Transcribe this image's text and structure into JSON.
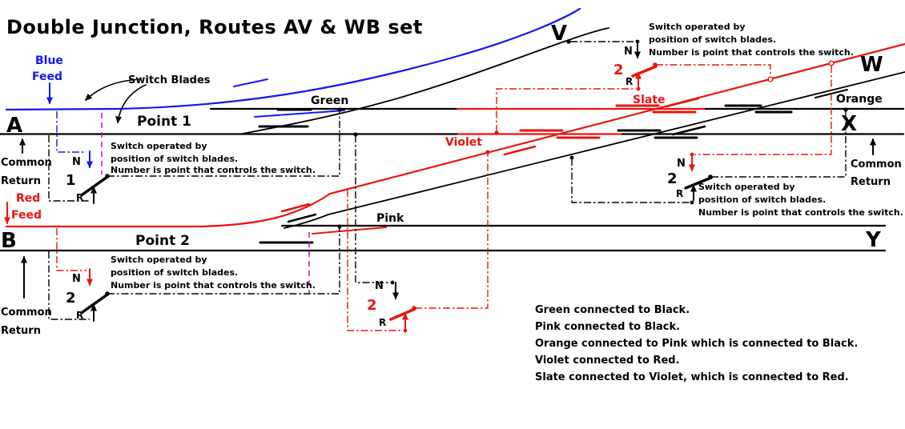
{
  "title": "Double Junction,  Routes AV & WB set",
  "feeds": {
    "blue_l1": "Blue",
    "blue_l2": "Feed",
    "red_l1": "Red",
    "red_l2": "Feed"
  },
  "endpoints": {
    "a": "A",
    "b": "B",
    "v": "V",
    "w": "W",
    "x": "X",
    "y": "Y"
  },
  "points": {
    "p1": "Point 1",
    "p2": "Point 2",
    "blades": "Switch Blades"
  },
  "sections": {
    "green": "Green",
    "violet": "Violet",
    "slate": "Slate",
    "orange": "Orange",
    "pink": "Pink"
  },
  "common_return": {
    "l1": "Common",
    "l2": "Return"
  },
  "switch_note": {
    "l1": "Switch operated by",
    "l2": "position of switch blades.",
    "l3": "Number is point that controls the switch."
  },
  "switches": {
    "n": "N",
    "r": "R",
    "s1_num": "1",
    "s2_num": "2"
  },
  "connections": [
    "Green connected to Black.",
    "Pink connected to Black.",
    "Orange connected to Pink which is connected to Black.",
    "Violet connected to Red.",
    "Slate connected to Violet, which is connected to Red."
  ],
  "colors": {
    "rail_black": "#000000",
    "feed_blue": "#1616f0",
    "feed_red": "#e8150f",
    "blade_link_purple": "#b818b8"
  }
}
